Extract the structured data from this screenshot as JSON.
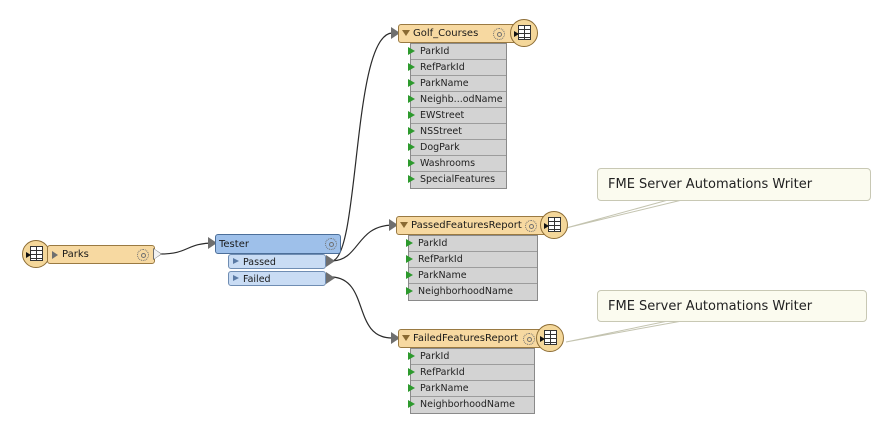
{
  "reader": {
    "name": "Parks"
  },
  "tester": {
    "name": "Tester",
    "ports": {
      "passed": "Passed",
      "failed": "Failed"
    }
  },
  "writers": {
    "golf": {
      "name": "Golf_Courses",
      "attributes": [
        "ParkId",
        "RefParkId",
        "ParkName",
        "Neighb...odName",
        "EWStreet",
        "NSStreet",
        "DogPark",
        "Washrooms",
        "SpecialFeatures"
      ]
    },
    "passed": {
      "name": "PassedFeaturesReport",
      "attributes": [
        "ParkId",
        "RefParkId",
        "ParkName",
        "NeighborhoodName"
      ]
    },
    "failed": {
      "name": "FailedFeaturesReport",
      "attributes": [
        "ParkId",
        "RefParkId",
        "ParkName",
        "NeighborhoodName"
      ]
    }
  },
  "annotations": [
    {
      "text": "FME Server Automations Writer"
    },
    {
      "text": "FME Server Automations Writer"
    }
  ],
  "icons": {
    "feature_badge": "table-write-icon",
    "parameters": "gear-icon",
    "port": "triangle-port-icon"
  },
  "colors": {
    "feature_type_fill": "#f7d9a1",
    "transformer_fill": "#9ec0ea",
    "attribute_fill": "#d3d3d3",
    "attribute_port": "#2d9a2d",
    "annotation_fill": "#fbfbef"
  }
}
